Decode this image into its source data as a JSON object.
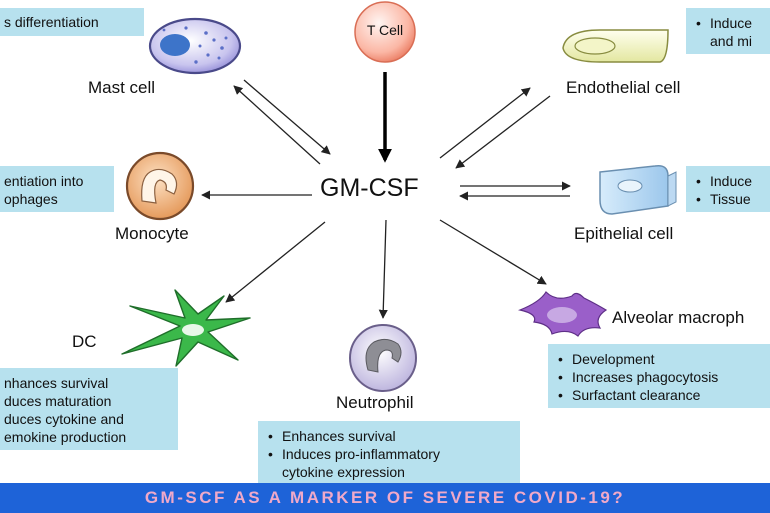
{
  "diagram": {
    "center": "GM-CSF",
    "source": "T Cell",
    "cells": {
      "mast": "Mast cell",
      "endothelial": "Endothelial cell",
      "monocyte": "Monocyte",
      "epithelial": "Epithelial cell",
      "dc": "DC",
      "neutrophil": "Neutrophil",
      "alveolar": "Alveolar macroph"
    },
    "boxes": {
      "mast": [
        "s differentiation"
      ],
      "endothelial": [
        "Induce",
        "and mi"
      ],
      "monocyte": [
        "entiation into",
        "ophages"
      ],
      "epithelial": [
        "Induce",
        "Tissue"
      ],
      "dc": [
        "nhances survival",
        "duces maturation",
        "duces cytokine and",
        "emokine production"
      ],
      "neutrophil": [
        "Enhances survival",
        "Induces pro-inflammatory",
        "cytokine expression"
      ],
      "alveolar": [
        "Development",
        "Increases phagocytosis",
        "Surfactant clearance"
      ]
    }
  },
  "banner": {
    "text": "GM-SCF AS A MARKER OF SEVERE COVID-19?"
  },
  "colors": {
    "banner_bg": "#1e63d8",
    "banner_text": "#f0a9c9",
    "box_bg": "#b7e1ee"
  }
}
